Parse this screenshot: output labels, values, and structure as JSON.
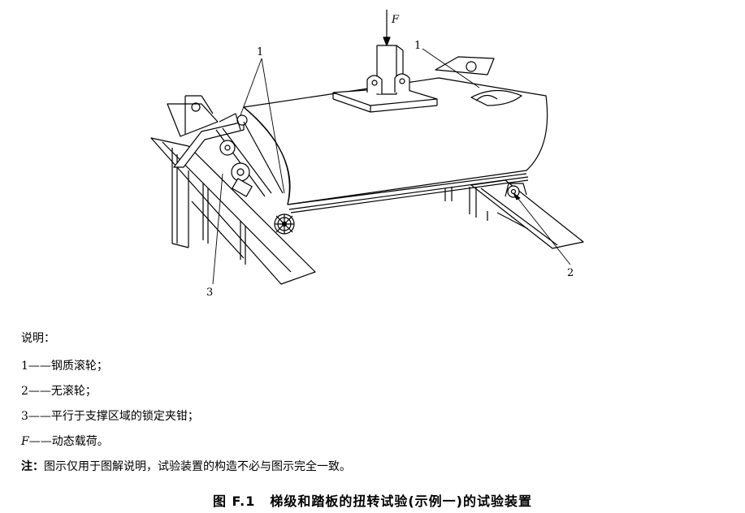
{
  "figure": {
    "callouts": {
      "force": "F",
      "one_left": "1",
      "one_right": "1",
      "two": "2",
      "three": "3"
    }
  },
  "legend": {
    "heading": "说明：",
    "items": [
      {
        "key": "1",
        "text": "——钢质滚轮；"
      },
      {
        "key": "2",
        "text": "——无滚轮；"
      },
      {
        "key": "3",
        "text": "——平行于支撑区域的锁定夹钳；"
      },
      {
        "key": "F",
        "text": "——动态载荷。"
      }
    ],
    "note_label": "注：",
    "note_text": "图示仅用于图解说明，试验装置的构造不必与图示完全一致。"
  },
  "caption": {
    "number": "图 F.1",
    "title": "梯级和踏板的扭转试验(示例一)的试验装置"
  }
}
